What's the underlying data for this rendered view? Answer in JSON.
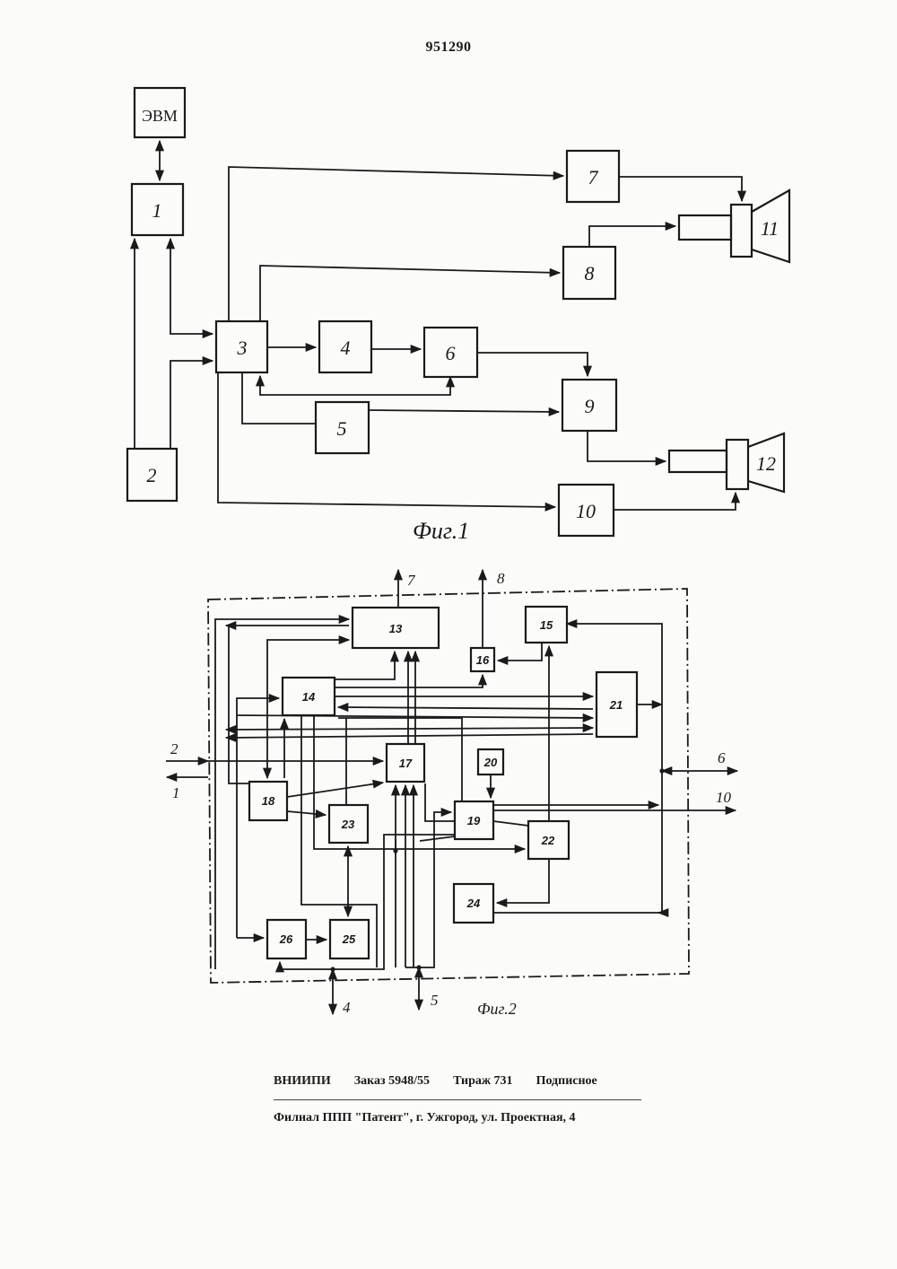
{
  "header": {
    "patent_number": "951290"
  },
  "fig1": {
    "caption": "Фиг.1",
    "blocks": {
      "evm": "ЭВМ",
      "b1": "1",
      "b2": "2",
      "b3": "3",
      "b4": "4",
      "b5": "5",
      "b6": "6",
      "b7": "7",
      "b8": "8",
      "b9": "9",
      "b10": "10",
      "b11": "11",
      "b12": "12"
    }
  },
  "fig2": {
    "caption": "Фиг.2",
    "blocks": {
      "b13": "13",
      "b14": "14",
      "b15": "15",
      "b16": "16",
      "b17": "17",
      "b18": "18",
      "b19": "19",
      "b20": "20",
      "b21": "21",
      "b22": "22",
      "b23": "23",
      "b24": "24",
      "b25": "25",
      "b26": "26"
    },
    "ports": {
      "p7": "7",
      "p8": "8",
      "p2": "2",
      "p1": "1",
      "p6": "6",
      "p10": "10",
      "p4": "4",
      "p5": "5"
    }
  },
  "footer": {
    "org": "ВНИИПИ",
    "order": "Заказ 5948/55",
    "circulation": "Тираж 731",
    "subscription": "Подписное",
    "branch": "Филиал ППП \"Патент\", г. Ужгород, ул. Проектная, 4"
  }
}
